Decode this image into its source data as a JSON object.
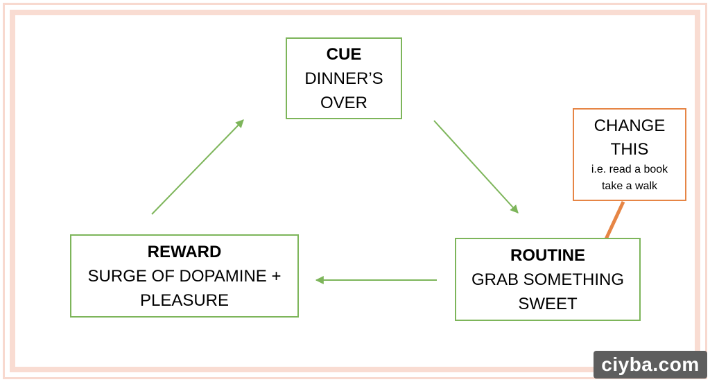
{
  "cue": {
    "title": "CUE",
    "line1": "DINNER’S",
    "line2": "OVER"
  },
  "routine": {
    "title": "ROUTINE",
    "line1": "GRAB SOMETHING",
    "line2": "SWEET"
  },
  "reward": {
    "title": "REWARD",
    "line1": "SURGE OF DOPAMINE +",
    "line2": "PLEASURE"
  },
  "change": {
    "line1": "CHANGE",
    "line2": "THIS",
    "note1": "i.e. read a book",
    "note2": "take a walk"
  },
  "watermark": {
    "text": "ciyba.com"
  },
  "colors": {
    "frame": "#f8d9cf",
    "box_border_green": "#7db55a",
    "arrow_green": "#7db55a",
    "callout_orange": "#e68545",
    "watermark_bg": "#5e5e5e"
  }
}
